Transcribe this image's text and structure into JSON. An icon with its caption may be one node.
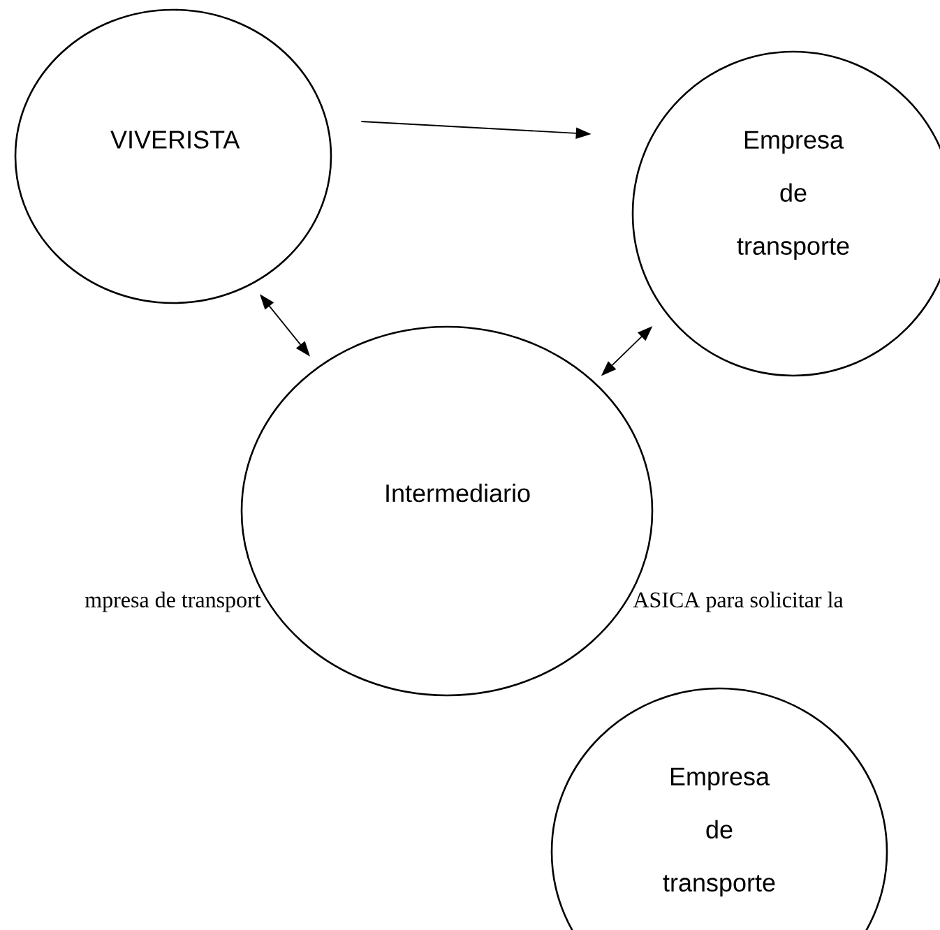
{
  "diagram": {
    "nodes": [
      {
        "text": [
          "VIVERISTA"
        ]
      },
      {
        "text": [
          "Empresa de transporte"
        ]
      },
      {
        "text": [
          "Intermediario"
        ]
      },
      {
        "text": [
          "Empresa de transporte"
        ]
      }
    ],
    "edges": [
      {
        "from": 0,
        "to": 1,
        "arrow": "to"
      },
      {
        "from": 0,
        "to": 2,
        "arrow": "both"
      },
      {
        "from": 2,
        "to": 1,
        "arrow": "both"
      }
    ],
    "labels": [
      "mpresa de transport",
      "ASICA para solicitar la"
    ]
  }
}
